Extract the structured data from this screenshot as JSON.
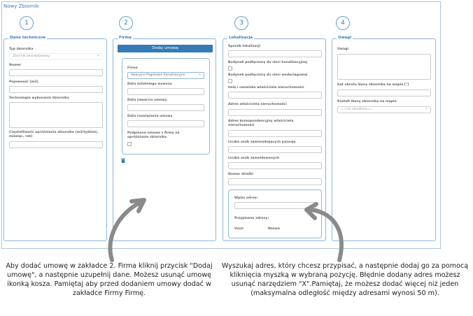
{
  "title": "Nowy Zbiornik",
  "steps": [
    "1",
    "2",
    "3",
    "4"
  ],
  "tech": {
    "legend": "Dane techniczne",
    "type_label": "Typ zbiornika",
    "type_value": "Zbiornik bezodpływowy",
    "numer": "Numer",
    "pojemnosc": "Pojemność [m3]",
    "technologia": "Technologia wykonania zbiornika",
    "czestotliwosc": "Częstotliwość opróżniania zbiornika (m3/tydzień, miesiąc, rok)"
  },
  "firma": {
    "legend": "Firma",
    "add_button": "Dodaj umowę",
    "firma_label": "Firma",
    "firma_value": "Awaryjne Pogotowie Kanalizacyjne",
    "data_wywozu": "Data ostatniego wywozu",
    "data_zawarcia": "Data zawarcia umowy",
    "data_rozwiazania": "Data rozwiązania umowy",
    "podpisana": "Podpisana umowa z firmą na opróżnianie zbiornika"
  },
  "lok": {
    "legend": "Lokalizacja",
    "sposob": "Sposób lokalizacji",
    "kanal": "Budynek podłączony do sieci kanalizacyjnej",
    "wodoc": "Budynek podłączony do sieci wodociągowej",
    "imie": "Imię i nazwisko właściciela nieruchomości",
    "adres": "Adres właściciela nieruchomości",
    "adres_kor": "Adres korespondencyjny właściciela nieruchomości",
    "zamieszk": "Liczba osób zamieszkujących posesję",
    "zameld": "Liczba osób zameldowanych",
    "dzialka": "Numer działki",
    "wpisz": "Wpisz adres:",
    "przypisane": "Przypisane adresy:",
    "usun": "Usuń",
    "nazwa": "Nazwa"
  },
  "uwagi": {
    "legend": "Uwagi",
    "uwagi": "Uwagi",
    "kat": "Kąt obrotu ikony zbiornika na mapie [°]",
    "ksztalt": "Kształt ikony zbiornika na mapie",
    "ksztalt_value": "==nie określono=="
  },
  "captions": {
    "left": "Aby dodać umowę w zakładce 2. Firma kliknij przycisk \"Dodaj umowę\", a następnie uzupełnij dane. Możesz usunąć umowę ikonką kosza. Pamiętaj aby przed dodaniem umowy dodać w zakładce Firmy Firmę.",
    "right": "Wyszukaj adres, który chcesz przypisać, a następnie dodaj go za pomocą kliknięcia myszką w wybraną pozycję. Błędnie dodany adres możesz usunąć narzędziem \"X\".Pamiętaj, że możesz dodać więcej niż jeden (maksymalna odległość między adresami wynosi 50 m)."
  }
}
